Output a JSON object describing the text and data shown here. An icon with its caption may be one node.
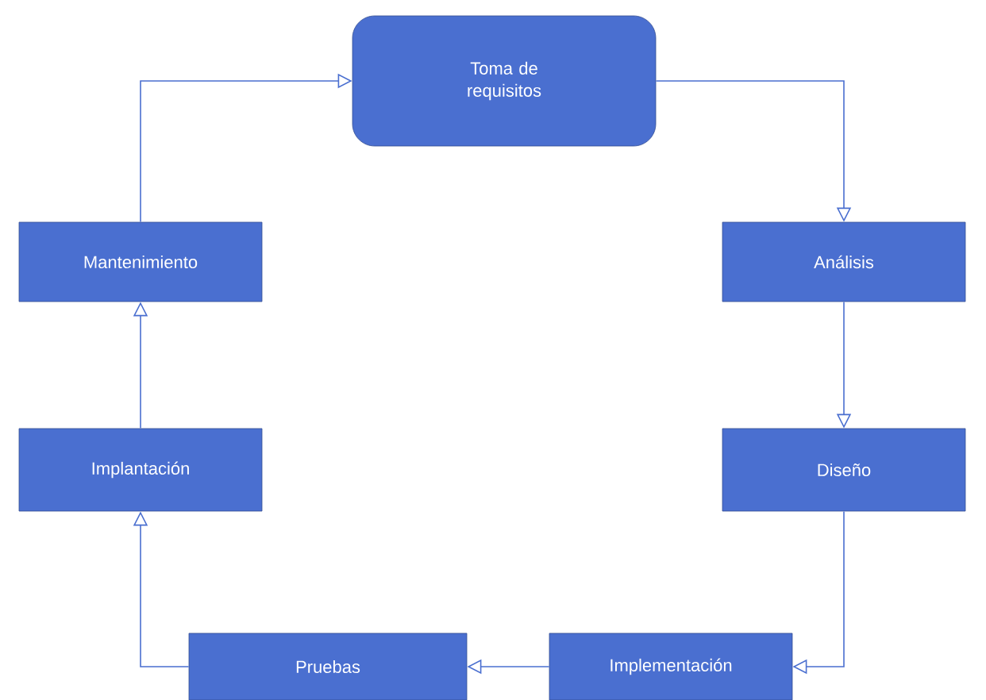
{
  "diagram": {
    "nodes": [
      {
        "text": [
          "Toma de requisitos"
        ]
      },
      {
        "text": [
          "Análisis"
        ]
      },
      {
        "text": [
          "Diseño"
        ]
      },
      {
        "text": [
          "Implementación"
        ]
      },
      {
        "text": [
          "Pruebas"
        ]
      },
      {
        "text": [
          "Implantación"
        ]
      },
      {
        "text": [
          "Mantenimiento"
        ]
      }
    ],
    "edges": [
      {
        "from": 0,
        "to": 1,
        "arrow": "to"
      },
      {
        "from": 1,
        "to": 2,
        "arrow": "to"
      },
      {
        "from": 2,
        "to": 3,
        "arrow": "to"
      },
      {
        "from": 3,
        "to": 4,
        "arrow": "to"
      },
      {
        "from": 4,
        "to": 5,
        "arrow": "to"
      },
      {
        "from": 5,
        "to": 6,
        "arrow": "to"
      },
      {
        "from": 6,
        "to": 0,
        "arrow": "to"
      }
    ]
  }
}
